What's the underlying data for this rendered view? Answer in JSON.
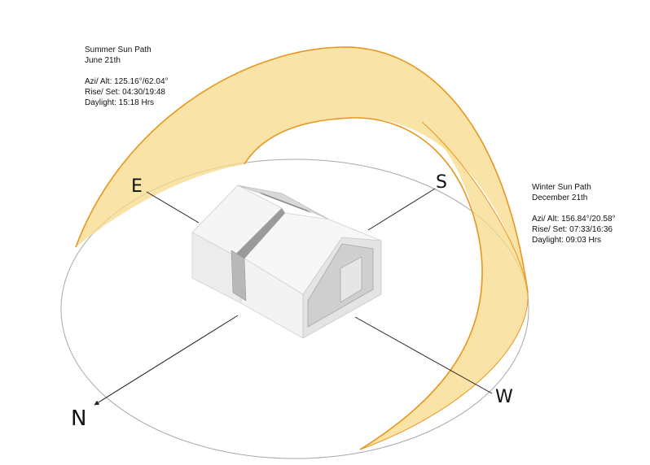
{
  "summer": {
    "title": "Summer Sun Path",
    "date": "June 21th",
    "azi_alt": "Azi/ Alt: 125.16°/62.04°",
    "rise_set": "Rise/ Set: 04:30/19:48",
    "daylight": "Daylight: 15:18 Hrs"
  },
  "winter": {
    "title": "Winter Sun Path",
    "date": "December 21th",
    "azi_alt": "Azi/ Alt: 156.84°/20.58°",
    "rise_set": "Rise/ Set: 07:33/16:36",
    "daylight": "Daylight: 09:03 Hrs"
  },
  "compass": {
    "east": "E",
    "south": "S",
    "west": "W",
    "north": "N"
  },
  "colors": {
    "arc_stroke": "#e8961e",
    "arc_fill": "#f7d98a",
    "ground_line": "#a8a8a8",
    "axis_line": "#222222",
    "house_wall": "#e9e9e9",
    "house_shadow": "#bdbdbd"
  }
}
